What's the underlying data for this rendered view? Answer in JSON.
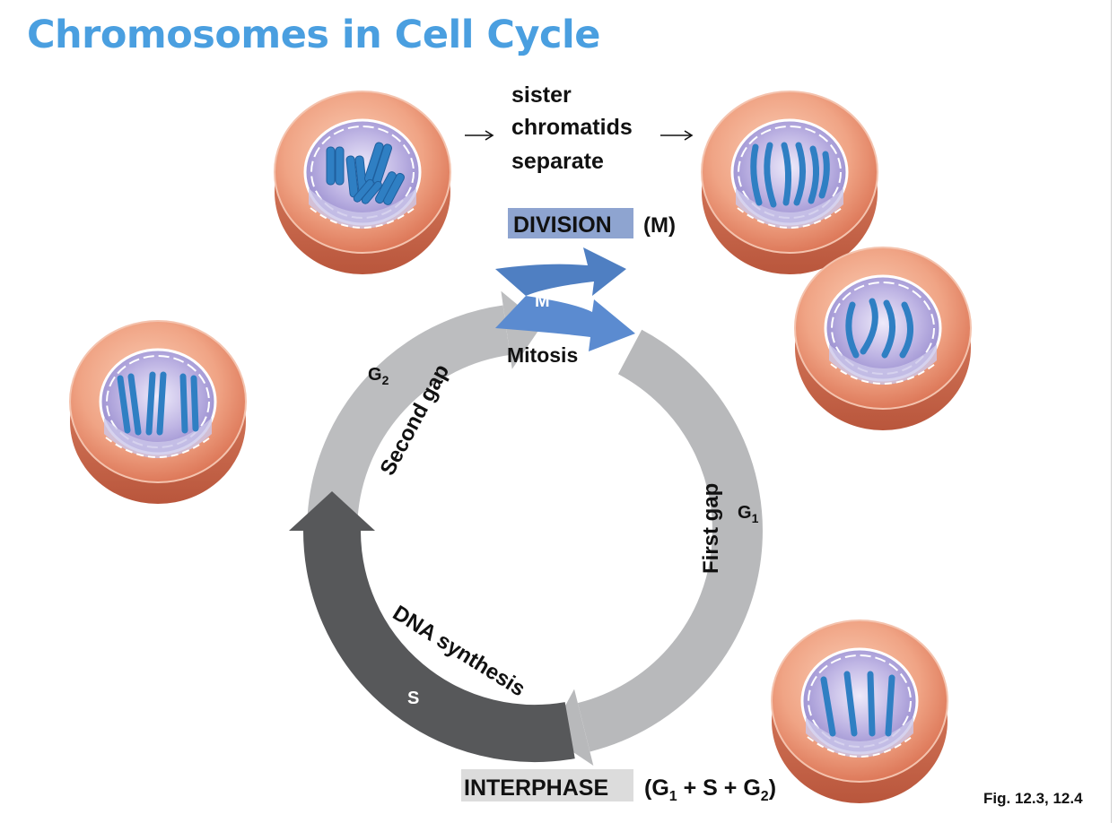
{
  "title": "Chromosomes in Cell Cycle",
  "separation_note": [
    "sister",
    "chromatids",
    "separate"
  ],
  "division_label": "DIVISION",
  "division_sub": "(M)",
  "interphase_label": "INTERPHASE",
  "interphase_formula": {
    "open": "(G",
    "one": "1",
    "plus_s": " + S + G",
    "two": "2",
    "close": ")"
  },
  "phases": {
    "m": {
      "letter": "M",
      "name": "Mitosis"
    },
    "g1": {
      "letter": "G",
      "sub": "1",
      "name": "First gap"
    },
    "s": {
      "letter": "S",
      "name": "DNA synthesis"
    },
    "g2": {
      "letter": "G",
      "sub": "2",
      "name": "Second gap"
    }
  },
  "figure_ref": "Fig. 12.3, 12.4",
  "colors": {
    "title": "#4a9fe0",
    "mitosis": "#4f7fc2",
    "gap": "#b8b9bb",
    "synthesis": "#57585a",
    "division_box": "#8ea4d0",
    "interphase_box": "#dcdcdc",
    "cell_membrane": "#e8906f",
    "nucleus": "#a79bd4",
    "chromosome": "#2f7fc3"
  }
}
